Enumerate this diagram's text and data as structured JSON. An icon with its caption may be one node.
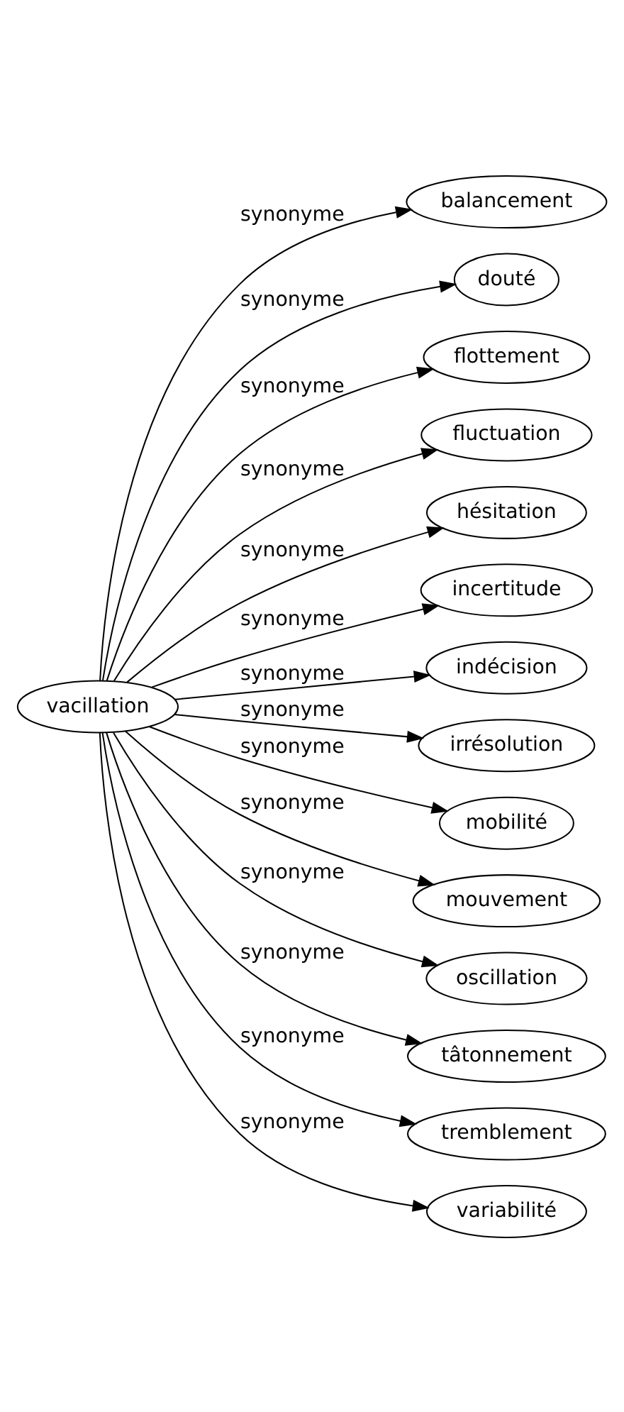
{
  "diagram": {
    "nodes": [
      {
        "text": [
          "vacillation"
        ]
      },
      {
        "text": [
          "balancement"
        ]
      },
      {
        "text": [
          "douté"
        ]
      },
      {
        "text": [
          "flottement"
        ]
      },
      {
        "text": [
          "fluctuation"
        ]
      },
      {
        "text": [
          "hésitation"
        ]
      },
      {
        "text": [
          "incertitude"
        ]
      },
      {
        "text": [
          "indécision"
        ]
      },
      {
        "text": [
          "irrésolution"
        ]
      },
      {
        "text": [
          "mobilité"
        ]
      },
      {
        "text": [
          "mouvement"
        ]
      },
      {
        "text": [
          "oscillation"
        ]
      },
      {
        "text": [
          "tâtonnement"
        ]
      },
      {
        "text": [
          "tremblement"
        ]
      },
      {
        "text": [
          "variabilité"
        ]
      }
    ],
    "edges": [
      {
        "from": 0,
        "to": 1,
        "arrow": "to",
        "label": "synonyme"
      },
      {
        "from": 0,
        "to": 2,
        "arrow": "to",
        "label": "synonyme"
      },
      {
        "from": 0,
        "to": 3,
        "arrow": "to",
        "label": "synonyme"
      },
      {
        "from": 0,
        "to": 4,
        "arrow": "to",
        "label": "synonyme"
      },
      {
        "from": 0,
        "to": 5,
        "arrow": "to",
        "label": "synonyme"
      },
      {
        "from": 0,
        "to": 6,
        "arrow": "to",
        "label": "synonyme"
      },
      {
        "from": 0,
        "to": 7,
        "arrow": "to",
        "label": "synonyme"
      },
      {
        "from": 0,
        "to": 8,
        "arrow": "to",
        "label": "synonyme"
      },
      {
        "from": 0,
        "to": 9,
        "arrow": "to",
        "label": "synonyme"
      },
      {
        "from": 0,
        "to": 10,
        "arrow": "to",
        "label": "synonyme"
      },
      {
        "from": 0,
        "to": 11,
        "arrow": "to",
        "label": "synonyme"
      },
      {
        "from": 0,
        "to": 12,
        "arrow": "to",
        "label": "synonyme"
      },
      {
        "from": 0,
        "to": 13,
        "arrow": "to",
        "label": "synonyme"
      },
      {
        "from": 0,
        "to": 14,
        "arrow": "to",
        "label": "synonyme"
      }
    ]
  }
}
